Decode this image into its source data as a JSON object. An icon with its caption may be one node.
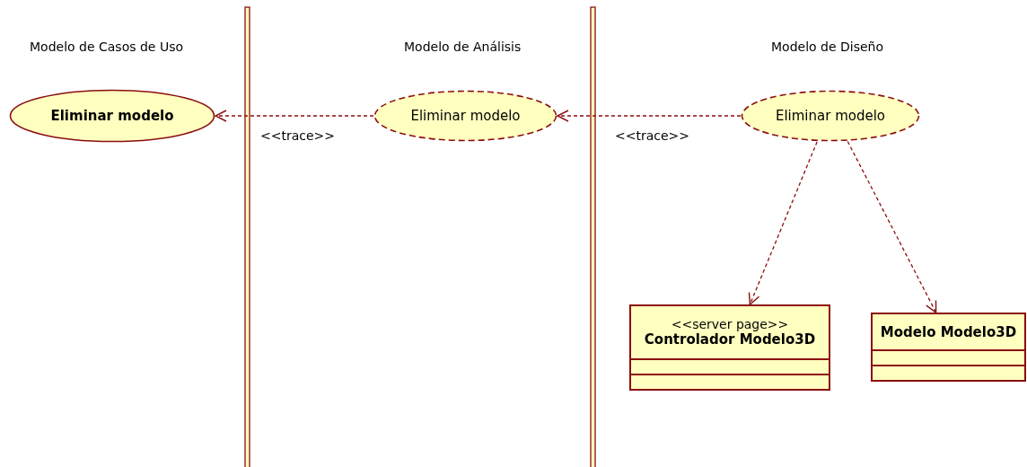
{
  "diagram": {
    "nodes": [
      {
        "text": [
          "Eliminar modelo"
        ]
      },
      {
        "text": [
          "Eliminar modelo"
        ]
      },
      {
        "text": [
          "Eliminar modelo"
        ]
      },
      {
        "text": [
          "<<server page>>",
          "Controlador Modelo3D"
        ]
      },
      {
        "text": [
          "Modelo Modelo3D"
        ]
      }
    ],
    "edges": [
      {
        "from": 1,
        "to": 0,
        "arrow": "to",
        "style": "dashed",
        "label": "<<trace>>"
      },
      {
        "from": 2,
        "to": 1,
        "arrow": "to",
        "style": "dashed",
        "label": "<<trace>>"
      },
      {
        "from": 2,
        "to": 3,
        "arrow": "to",
        "style": "dashed"
      },
      {
        "from": 2,
        "to": 4,
        "arrow": "to",
        "style": "dashed"
      }
    ],
    "labels": [
      "Modelo de Casos de Uso",
      "Modelo de Análisis",
      "Modelo de Diseño"
    ]
  }
}
